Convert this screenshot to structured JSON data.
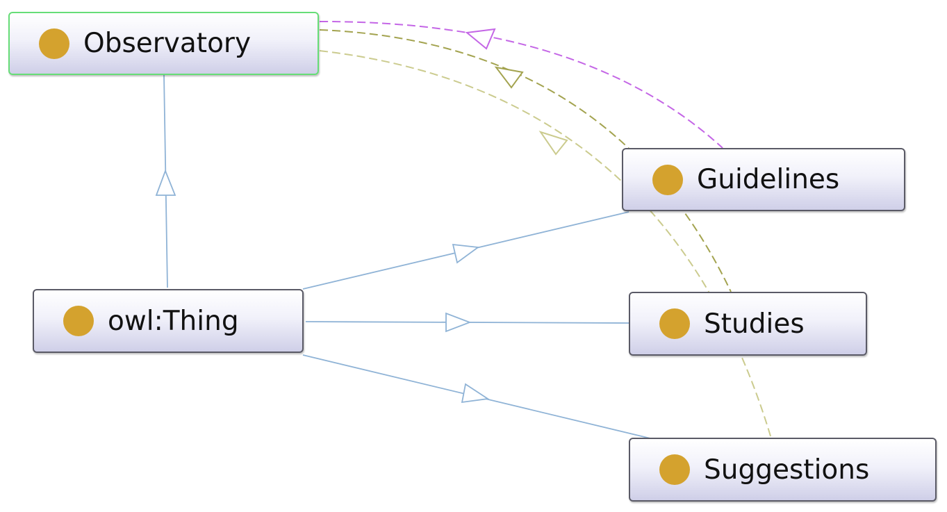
{
  "colors": {
    "class_dot": "#D4A22E",
    "subclass_edge": "#8FB3D6",
    "dashed_edge_purple": "#C466E6",
    "dashed_edge_olive": "#A3A34F",
    "dashed_edge_light": "#CBCB8E",
    "selected_border": "#66DD77"
  },
  "nodes": {
    "observatory": {
      "label": "Observatory",
      "selected": true
    },
    "owl_thing": {
      "label": "owl:Thing"
    },
    "guidelines": {
      "label": "Guidelines"
    },
    "studies": {
      "label": "Studies"
    },
    "suggestions": {
      "label": "Suggestions"
    }
  }
}
